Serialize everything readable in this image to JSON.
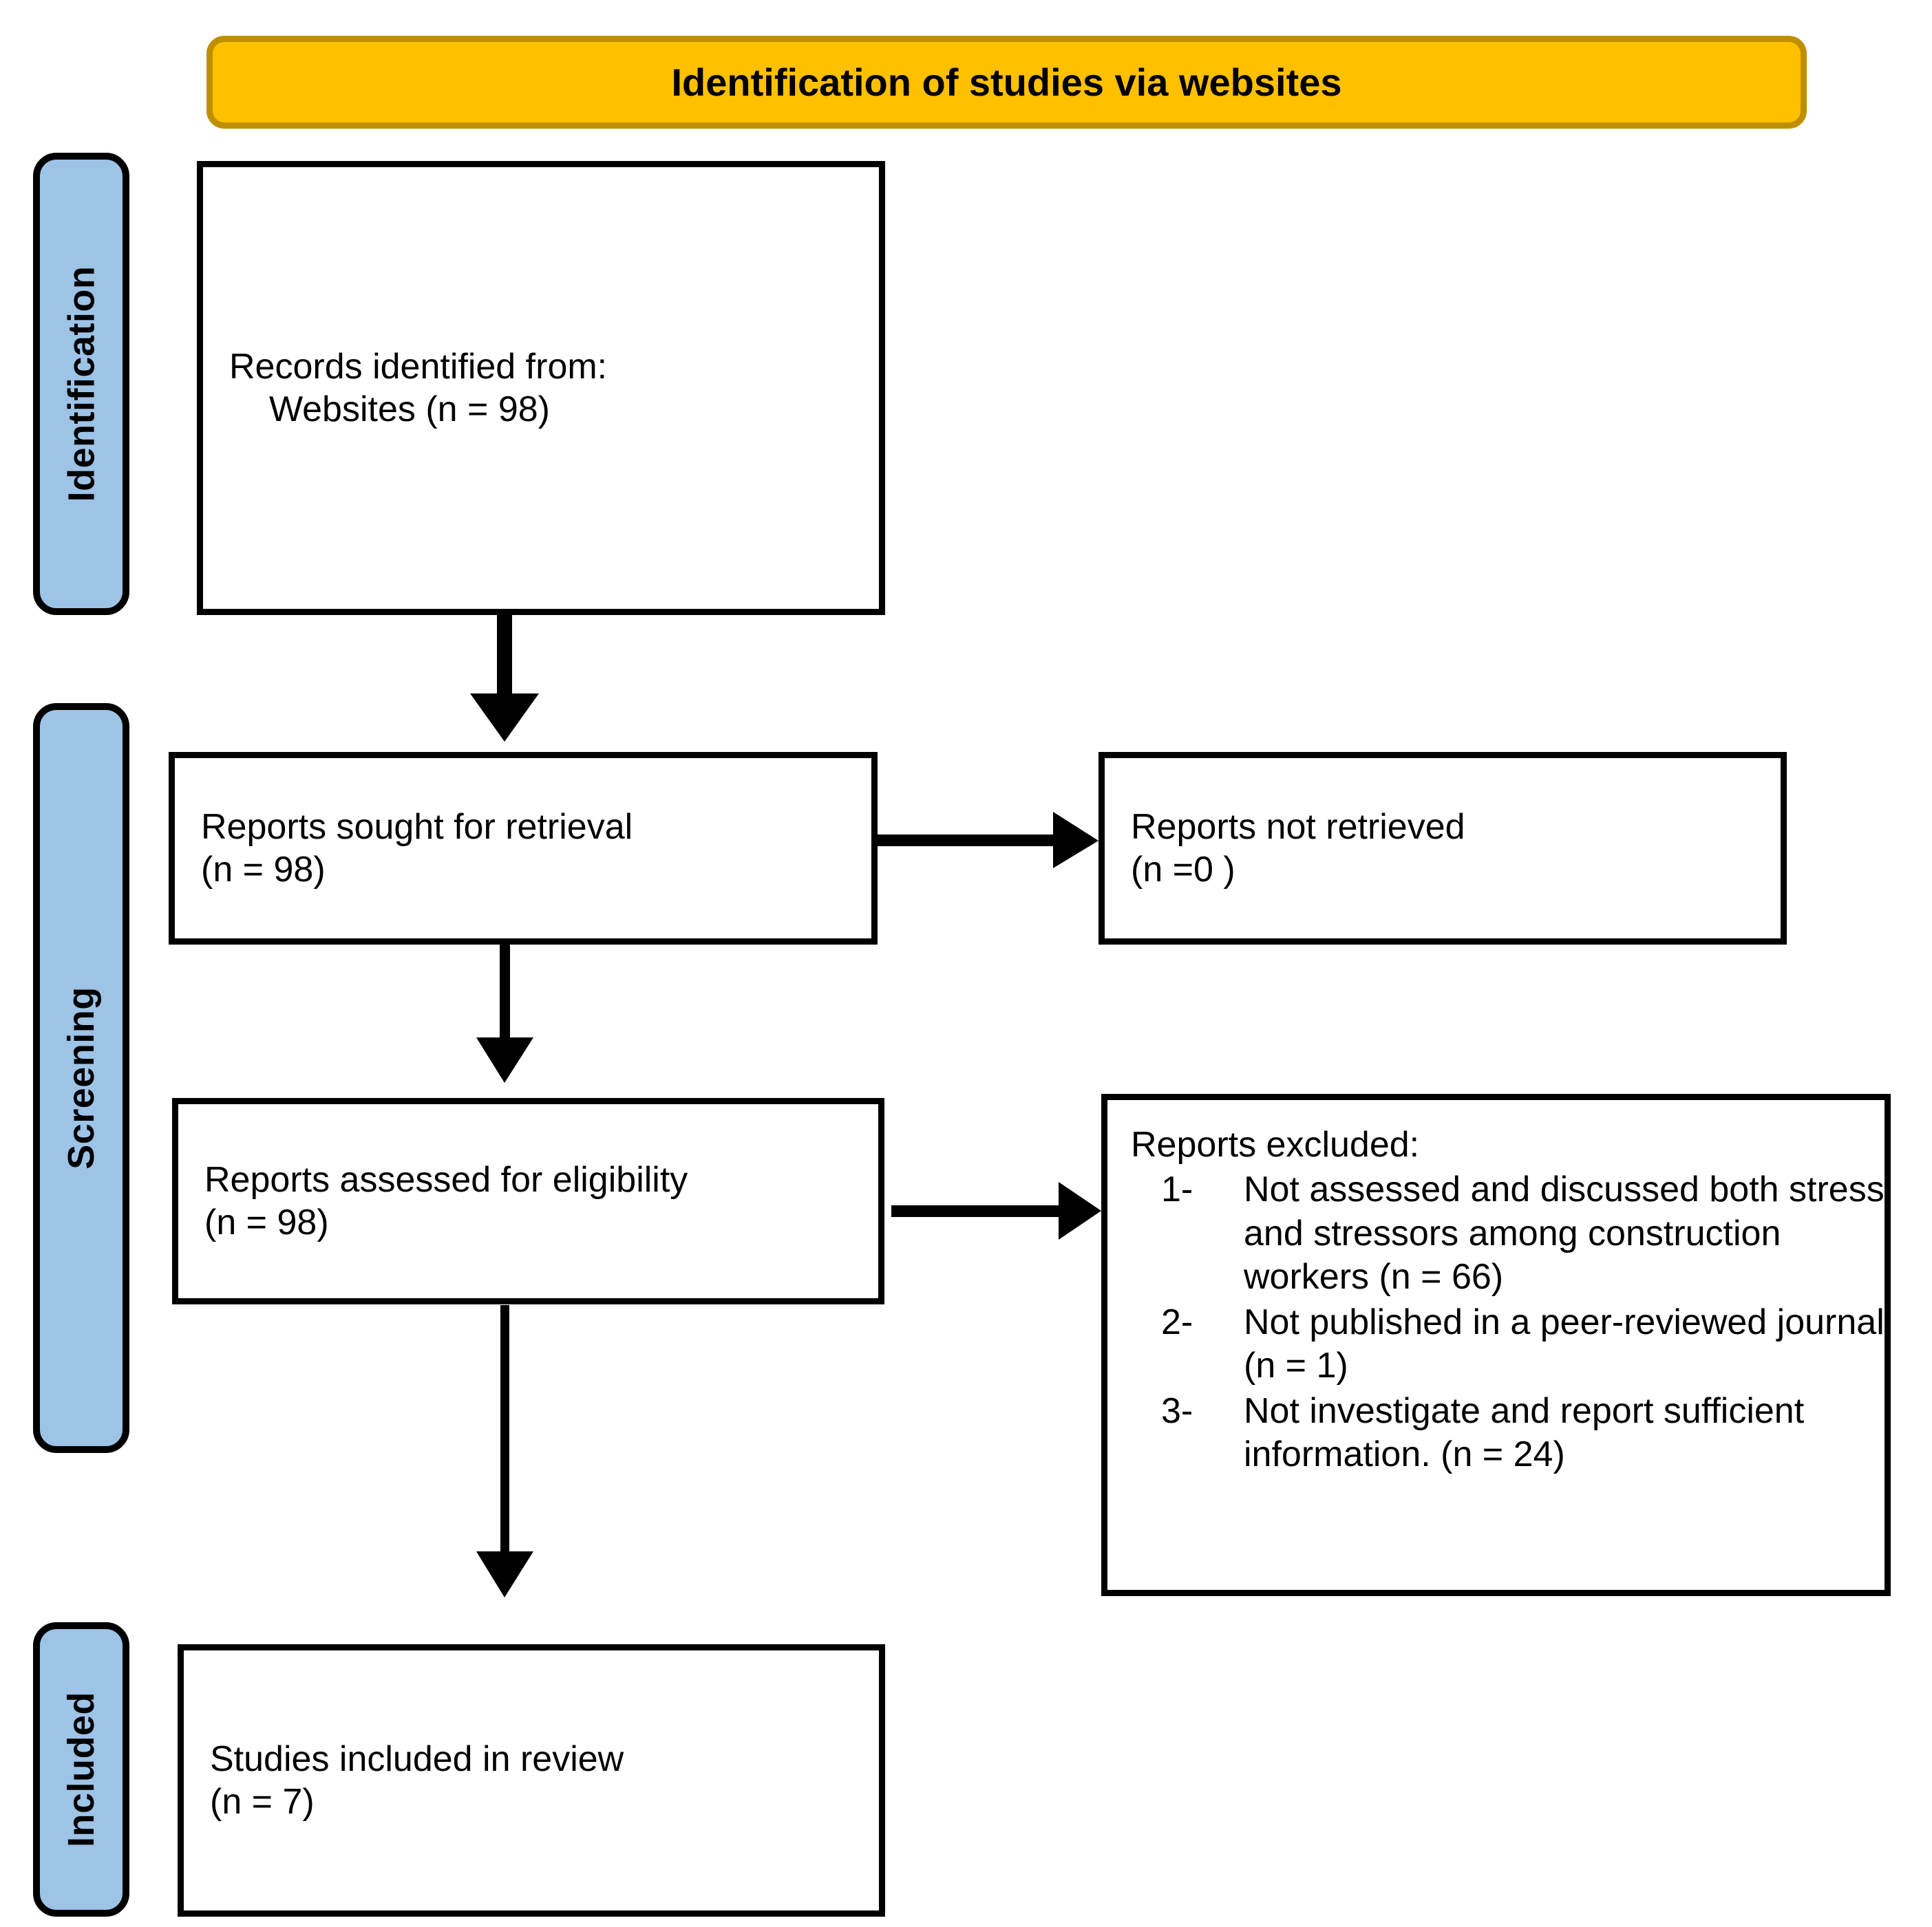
{
  "diagram": {
    "title": "Identification of studies via websites",
    "type": "PRISMA flow diagram"
  },
  "banner": {
    "label": "Identification of studies via websites",
    "fill_color": "#FFC000",
    "border_color": "#BF8F00"
  },
  "stages": {
    "fill_color": "#9DC3E6",
    "items": [
      {
        "label": "Identification"
      },
      {
        "label": "Screening"
      },
      {
        "label": "Included"
      }
    ]
  },
  "boxes": {
    "identified": {
      "line1": "Records identified from:",
      "line2": "Websites (n = 98)",
      "count": 98
    },
    "sought": {
      "line1": "Reports sought for retrieval",
      "line2": "(n = 98)",
      "count": 98
    },
    "not_retrieved": {
      "line1": "Reports not retrieved",
      "line2": "(n =0 )",
      "count": 0
    },
    "assessed": {
      "line1": "Reports assessed for eligibility",
      "line2": "(n = 98)",
      "count": 98
    },
    "excluded": {
      "title": "Reports excluded:",
      "items": [
        {
          "marker": "1-",
          "text": "Not assessed and discussed both stress and stressors among construction workers (n = 66)",
          "count": 66
        },
        {
          "marker": "2-",
          "text": "Not published in a peer-reviewed journal (n = 1)",
          "count": 1
        },
        {
          "marker": "3-",
          "text": "Not investigate and report sufficient information. (n = 24)",
          "count": 24
        }
      ]
    },
    "included": {
      "line1": "Studies included in review",
      "line2": "(n = 7)",
      "count": 7
    }
  },
  "connectors": {
    "stroke_color": "#000000",
    "items": [
      {
        "name": "identified-to-sought",
        "direction": "down"
      },
      {
        "name": "sought-to-not-retrieved",
        "direction": "right"
      },
      {
        "name": "sought-to-assessed",
        "direction": "down"
      },
      {
        "name": "assessed-to-excluded",
        "direction": "right"
      },
      {
        "name": "assessed-to-included",
        "direction": "down"
      }
    ]
  }
}
